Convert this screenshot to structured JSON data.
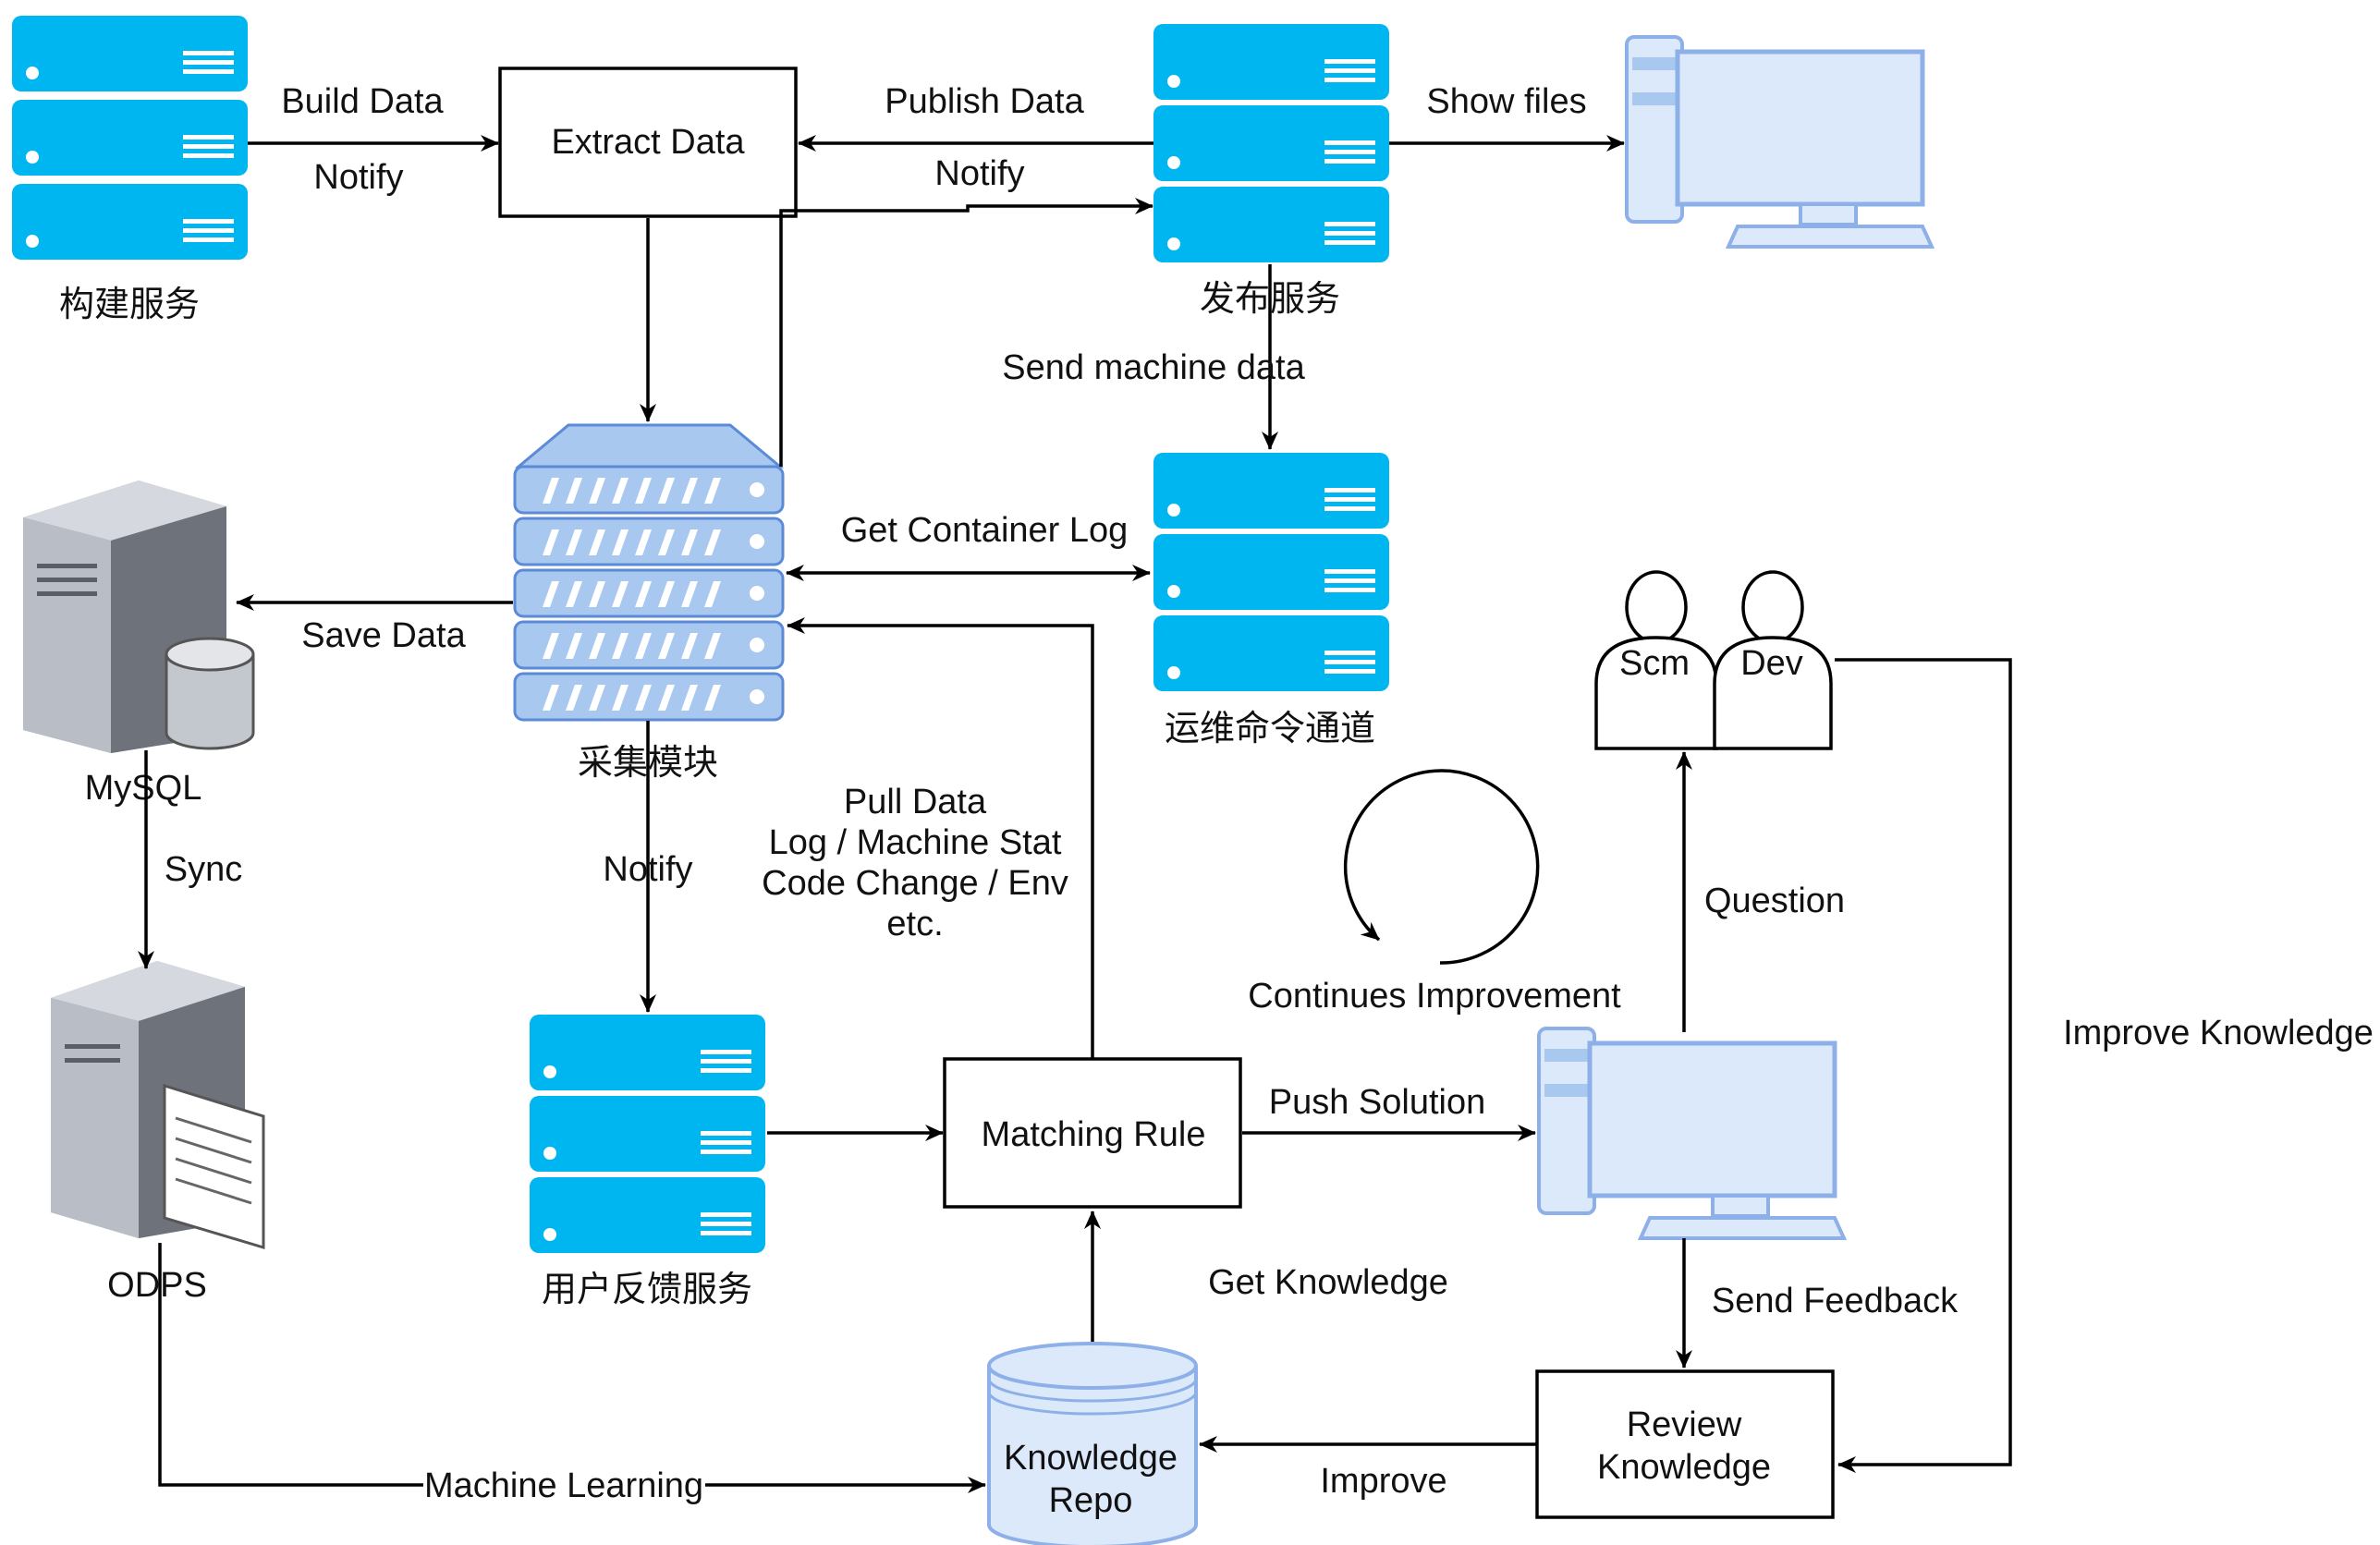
{
  "colors": {
    "server_blue": "#00B6F0",
    "rack_blue": "#A9C8F0",
    "rack_stroke": "#5B8AD6",
    "monitor_fill": "#DCE9FB",
    "db_fill": "#DCE9FB",
    "gray_tower": "#7A7E88",
    "edge": "#000000"
  },
  "nodes": {
    "build_service": {
      "label": "构建服务",
      "icon": "server-stack-icon"
    },
    "extract_data": {
      "label": "Extract Data"
    },
    "publish_service": {
      "label": "发布服务",
      "icon": "server-stack-icon"
    },
    "display_monitor": {
      "icon": "desktop-monitor-icon"
    },
    "collector": {
      "label": "采集模块",
      "icon": "rack-server-icon"
    },
    "ops_channel": {
      "label": "运维命令通道",
      "icon": "server-stack-icon"
    },
    "mysql": {
      "label": "MySQL",
      "icon": "database-server-icon"
    },
    "odps": {
      "label": "ODPS",
      "icon": "document-server-icon"
    },
    "feedback_service": {
      "label": "用户反馈服务",
      "icon": "server-stack-icon"
    },
    "matching_rule": {
      "label": "Matching Rule"
    },
    "knowledge_repo": {
      "line1": "Knowledge",
      "line2": "Repo",
      "icon": "database-cylinder-icon"
    },
    "review_knowledge": {
      "line1": "Review",
      "line2": "Knowledge"
    },
    "client_monitor": {
      "icon": "desktop-monitor-icon"
    },
    "users": {
      "scm": "Scm",
      "dev": "Dev",
      "icon": "user-icon"
    }
  },
  "edges": {
    "build_data": "Build Data",
    "build_notify": "Notify",
    "publish_data": "Publish Data",
    "publish_notify": "Notify",
    "show_files": "Show files",
    "send_machine_data": "Send machine data",
    "get_container_log": "Get Container Log",
    "save_data": "Save Data",
    "sync": "Sync",
    "collector_notify": "Notify",
    "pull_data": [
      "Pull Data",
      "Log / Machine Stat",
      "Code Change / Env",
      "etc."
    ],
    "continues_improvement": "Continues Improvement",
    "push_solution": "Push Solution",
    "question": "Question",
    "improve_knowledge": "Improve Knowledge",
    "send_feedback": "Send Feedback",
    "get_knowledge": "Get Knowledge",
    "improve": "Improve",
    "machine_learning": "Machine Learning"
  }
}
